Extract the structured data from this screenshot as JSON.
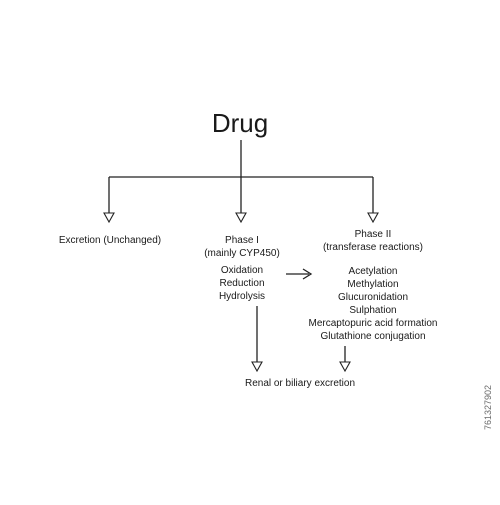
{
  "diagram": {
    "root": "Drug",
    "excretion": "Excretion (Unchanged)",
    "phase1": {
      "title": "Phase I",
      "subtitle": "(mainly CYP450)",
      "items": [
        "Oxidation",
        "Reduction",
        "Hydrolysis"
      ]
    },
    "phase2": {
      "title": "Phase II",
      "subtitle": "(transferase reactions)",
      "items": [
        "Acetylation",
        "Methylation",
        "Glucuronidation",
        "Sulphation",
        "Mercaptopuric acid formation",
        "Glutathione conjugation"
      ]
    },
    "final": "Renal or biliary excretion"
  },
  "side_id": "761327902",
  "colors": {
    "line": "#222222",
    "text": "#1a1a1a"
  }
}
